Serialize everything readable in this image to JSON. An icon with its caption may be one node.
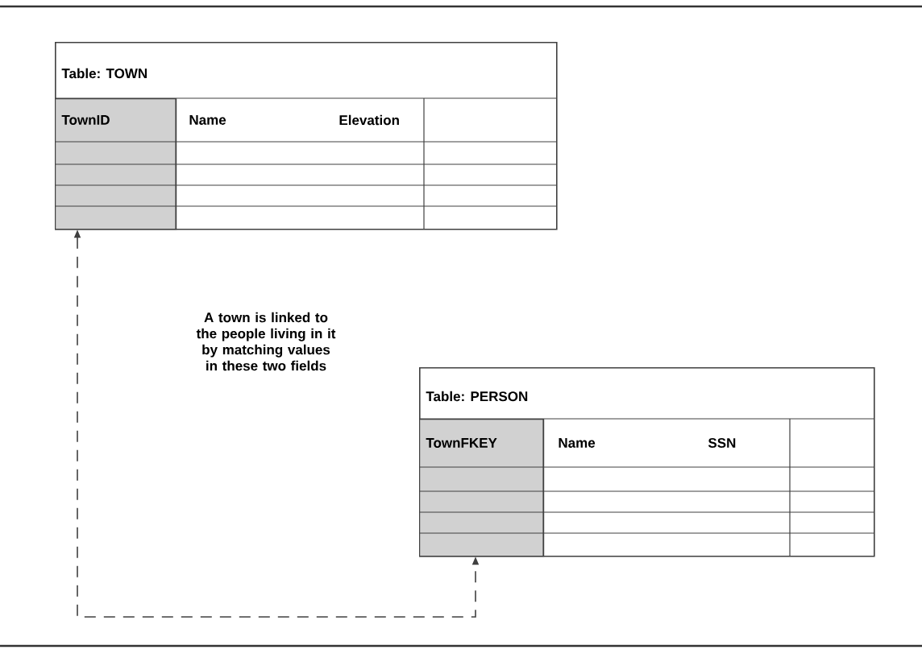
{
  "diagram": {
    "nodes": [
      {
        "text": [
          "Table: TOWN"
        ]
      },
      {
        "text": [
          "TownID"
        ],
        "in": 0
      },
      {
        "text": [
          "Table: PERSON"
        ]
      },
      {
        "text": [
          "TownFKEY"
        ],
        "in": 2
      }
    ],
    "edges": [
      {
        "from": 1,
        "to": 3,
        "arrow": "both",
        "style": "dashed"
      }
    ],
    "labels": [
      "Name",
      "Elevation",
      "A town is linked to the people living in it by matching values in these two fields",
      "Name",
      "SSN"
    ]
  }
}
